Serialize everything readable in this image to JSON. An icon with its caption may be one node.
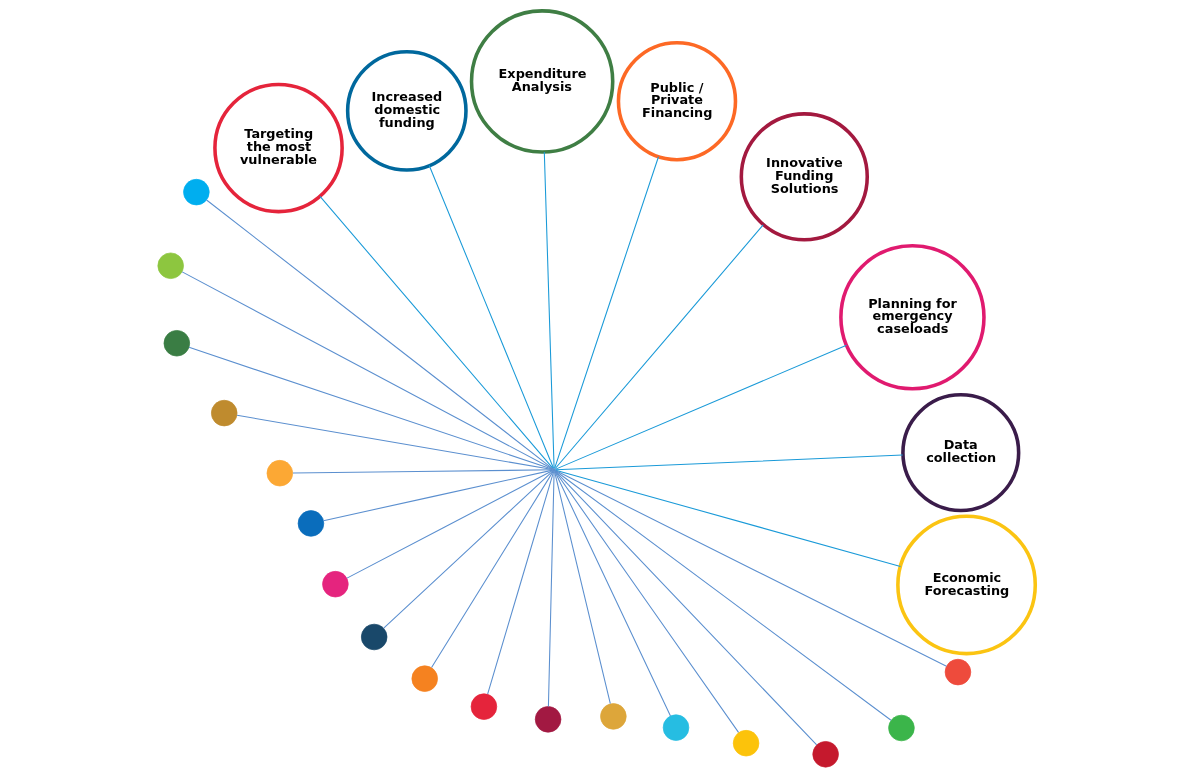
{
  "diagram": {
    "nodes": [
      {
        "text": [],
        "shape": "point"
      },
      {
        "text": [
          "Economic Forecasting"
        ]
      },
      {
        "text": [
          "Data collection"
        ]
      },
      {
        "text": [
          "Planning for emergency caseloads"
        ]
      },
      {
        "text": [
          "Innovative Funding Solutions"
        ]
      },
      {
        "text": [
          "Public / Private Financing"
        ]
      },
      {
        "text": [
          "Expenditure Analysis"
        ]
      },
      {
        "text": [
          "Increased domestic funding"
        ]
      },
      {
        "text": [
          "Targeting the most vulnerable"
        ]
      },
      {
        "text": [],
        "shape": "circle"
      },
      {
        "text": [],
        "shape": "circle"
      },
      {
        "text": [],
        "shape": "circle"
      },
      {
        "text": [],
        "shape": "circle"
      },
      {
        "text": [],
        "shape": "circle"
      },
      {
        "text": [],
        "shape": "circle"
      },
      {
        "text": [],
        "shape": "circle"
      },
      {
        "text": [],
        "shape": "circle"
      },
      {
        "text": [],
        "shape": "circle"
      },
      {
        "text": [],
        "shape": "circle"
      },
      {
        "text": [],
        "shape": "circle"
      },
      {
        "text": [],
        "shape": "circle"
      },
      {
        "text": [],
        "shape": "circle"
      },
      {
        "text": [],
        "shape": "circle"
      },
      {
        "text": [],
        "shape": "circle"
      },
      {
        "text": [],
        "shape": "circle"
      },
      {
        "text": [],
        "shape": "circle"
      }
    ],
    "edges": [
      {
        "from": 0,
        "to": 1,
        "arrow": "none",
        "color": "#1a9ad8"
      },
      {
        "from": 0,
        "to": 2,
        "arrow": "none",
        "color": "#1a9ad8"
      },
      {
        "from": 0,
        "to": 3,
        "arrow": "none",
        "color": "#1a9ad8"
      },
      {
        "from": 0,
        "to": 4,
        "arrow": "none",
        "color": "#1a9ad8"
      },
      {
        "from": 0,
        "to": 5,
        "arrow": "none",
        "color": "#1a9ad8"
      },
      {
        "from": 0,
        "to": 6,
        "arrow": "none",
        "color": "#1a9ad8"
      },
      {
        "from": 0,
        "to": 7,
        "arrow": "none",
        "color": "#1a9ad8"
      },
      {
        "from": 0,
        "to": 8,
        "arrow": "none",
        "color": "#1a9ad8"
      },
      {
        "from": 0,
        "to": 9,
        "arrow": "none"
      },
      {
        "from": 0,
        "to": 10,
        "arrow": "none"
      },
      {
        "from": 0,
        "to": 11,
        "arrow": "none"
      },
      {
        "from": 0,
        "to": 12,
        "arrow": "none"
      },
      {
        "from": 0,
        "to": 13,
        "arrow": "none"
      },
      {
        "from": 0,
        "to": 14,
        "arrow": "none"
      },
      {
        "from": 0,
        "to": 15,
        "arrow": "none"
      },
      {
        "from": 0,
        "to": 16,
        "arrow": "none"
      },
      {
        "from": 0,
        "to": 17,
        "arrow": "none"
      },
      {
        "from": 0,
        "to": 18,
        "arrow": "none"
      },
      {
        "from": 0,
        "to": 19,
        "arrow": "none"
      },
      {
        "from": 0,
        "to": 20,
        "arrow": "none"
      },
      {
        "from": 0,
        "to": 21,
        "arrow": "none"
      },
      {
        "from": 0,
        "to": 22,
        "arrow": "none"
      },
      {
        "from": 0,
        "to": 23,
        "arrow": "none"
      },
      {
        "from": 0,
        "to": 24,
        "arrow": "none"
      },
      {
        "from": 0,
        "to": 25,
        "arrow": "none"
      }
    ]
  }
}
